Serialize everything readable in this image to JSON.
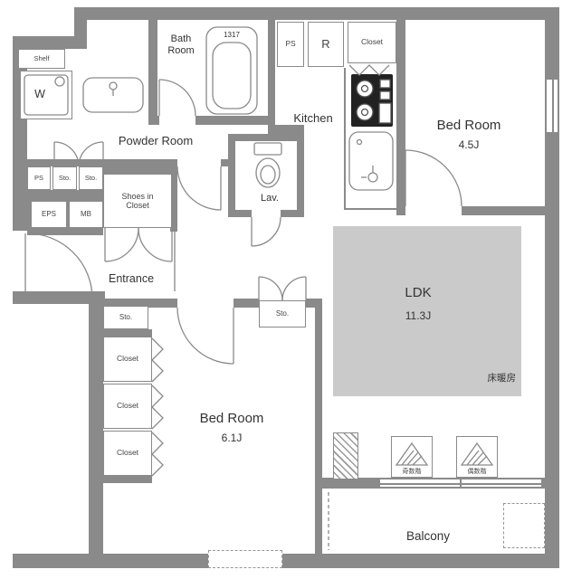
{
  "colors": {
    "wall": "#8a8a8a",
    "floor_heating_area": "#cacaca"
  },
  "rooms": {
    "bath": {
      "name": "Bath Room",
      "tub": "1317"
    },
    "powder": {
      "name": "Powder Room"
    },
    "kitchen": {
      "name": "Kitchen"
    },
    "lav": {
      "name": "Lav."
    },
    "entrance": {
      "name": "Entrance"
    },
    "bedroom1": {
      "name": "Bed Room",
      "size": "4.5J"
    },
    "bedroom2": {
      "name": "Bed Room",
      "size": "6.1J"
    },
    "ldk": {
      "name": "LDK",
      "size": "11.3J",
      "floor_heating_label": "床暖房"
    },
    "balcony": {
      "name": "Balcony",
      "hatch_odd": "奇数階",
      "hatch_even": "偶数階"
    }
  },
  "storage": {
    "shelf": "Shelf",
    "washer": "W",
    "shoes_closet": "Shoes in Closet",
    "closet_top": "Closet",
    "closet_1": "Closet",
    "closet_2": "Closet",
    "closet_3": "Closet",
    "sto_bedroom": "Sto.",
    "sto_hall": "Sto.",
    "sto_powder_1": "Sto.",
    "sto_powder_2": "Sto.",
    "fridge": "R",
    "ps_top": "PS",
    "ps_left": "PS",
    "eps": "EPS",
    "mb": "MB"
  }
}
